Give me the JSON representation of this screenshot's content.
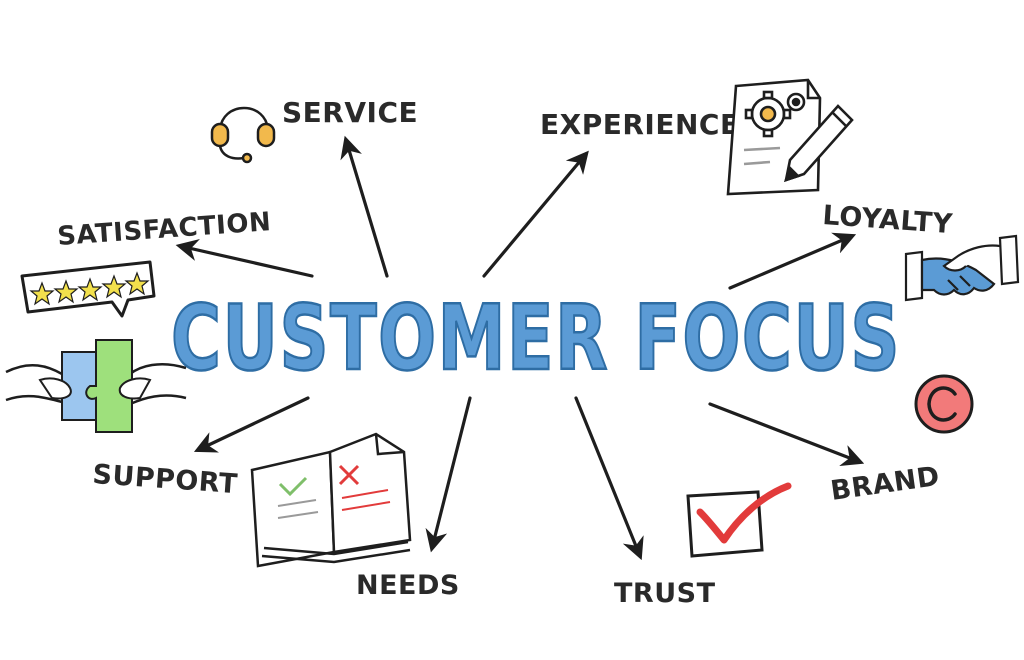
{
  "title": "CUSTOMER FOCUS",
  "colors": {
    "title_fill": "#5b9bd5",
    "title_stroke": "#2e6da4",
    "ink": "#1e1e1e",
    "accent_red": "#e23b3b",
    "accent_blue": "#5b9bd5",
    "accent_green": "#8fd16a",
    "accent_yellow": "#f2c94c"
  },
  "labels": {
    "service": "SERVICE",
    "satisfaction": "SATISFACTION",
    "support": "SUPPORT",
    "needs": "NEEDS",
    "trust": "TRUST",
    "brand": "BRAND",
    "loyalty": "LOYALTY",
    "experience": "EXPERIENCE"
  },
  "icons": {
    "headset": "headset-icon",
    "rating": "five-star-rating-icon",
    "puzzle": "puzzle-hands-icon",
    "document": "open-document-icon",
    "checkbox": "checkbox-icon",
    "copyright": "copyright-icon",
    "handshake": "handshake-icon",
    "gear_document": "gear-document-icon"
  },
  "rating": {
    "stars": 5,
    "max": 5
  }
}
